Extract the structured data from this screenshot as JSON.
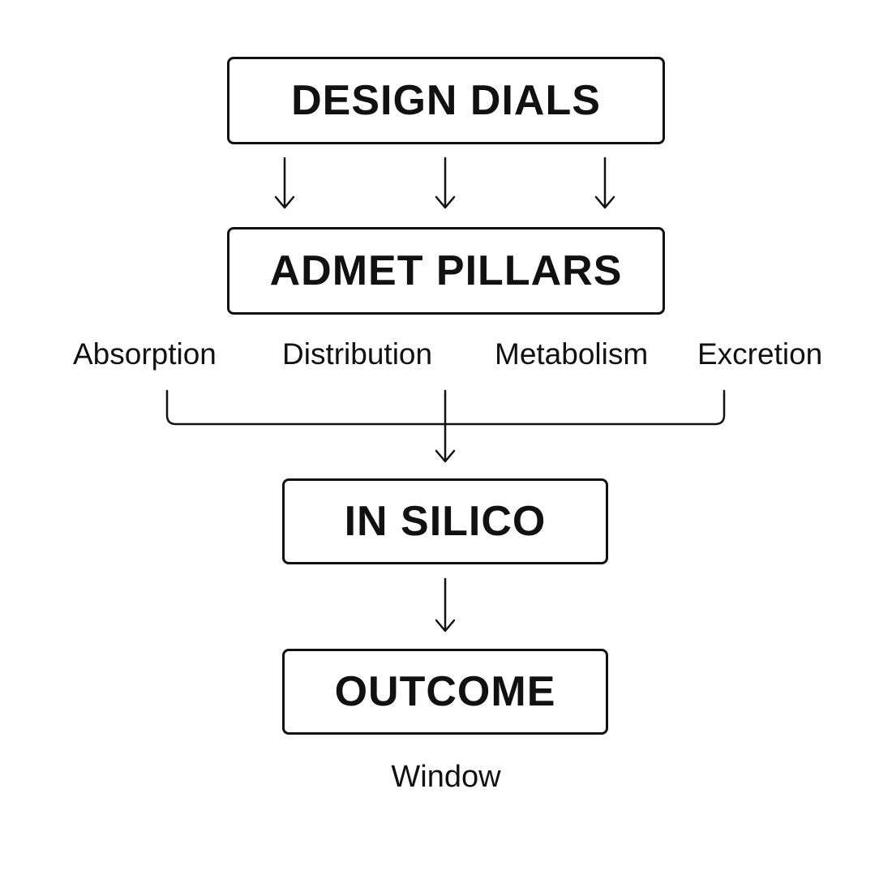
{
  "diagram": {
    "nodes": {
      "design_dials": "DESIGN DIALS",
      "admet_pillars": "ADMET PILLARS",
      "in_silico": "IN SILICO",
      "outcome": "OUTCOME"
    },
    "pillars": [
      "Absorption",
      "Distribution",
      "Metabolism",
      "Excretion"
    ],
    "outcome_caption": "Window",
    "edges": [
      {
        "from": "DESIGN DIALS",
        "to": "ADMET PILLARS",
        "count": 3
      },
      {
        "from": "ADMET PILLARS",
        "to": "IN SILICO",
        "style": "bracket-merge"
      },
      {
        "from": "IN SILICO",
        "to": "OUTCOME",
        "count": 1
      }
    ],
    "colors": {
      "stroke": "#111111",
      "background": "#ffffff"
    }
  }
}
